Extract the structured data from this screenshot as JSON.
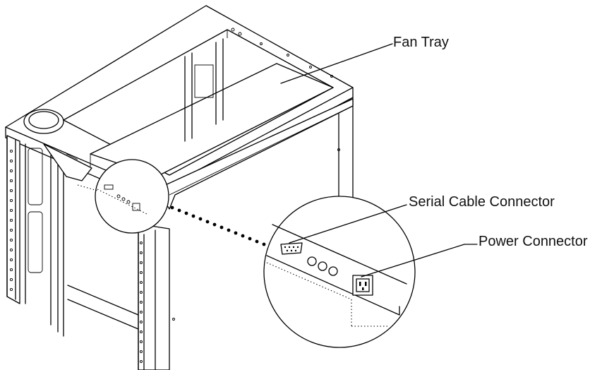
{
  "figure": {
    "labels": {
      "fan_tray": "Fan Tray",
      "serial_cable_connector": "Serial Cable Connector",
      "power_connector": "Power Connector"
    }
  }
}
